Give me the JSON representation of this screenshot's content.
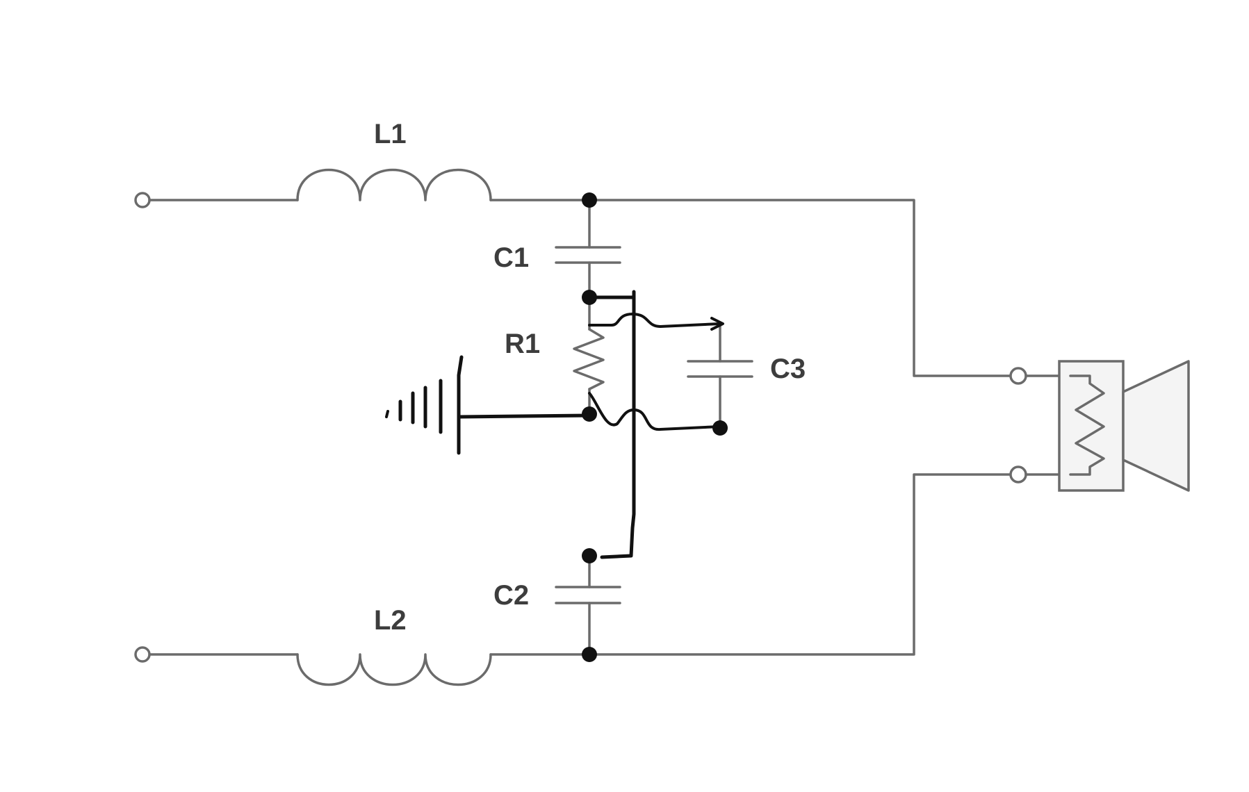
{
  "labels": {
    "L1": "L1",
    "L2": "L2",
    "C1": "C1",
    "C2": "C2",
    "C3": "C3",
    "R1": "R1"
  },
  "colors": {
    "wire": "#6b6b6b",
    "ink": "#111111",
    "label": "#3d3d3d",
    "background": "#ffffff"
  }
}
